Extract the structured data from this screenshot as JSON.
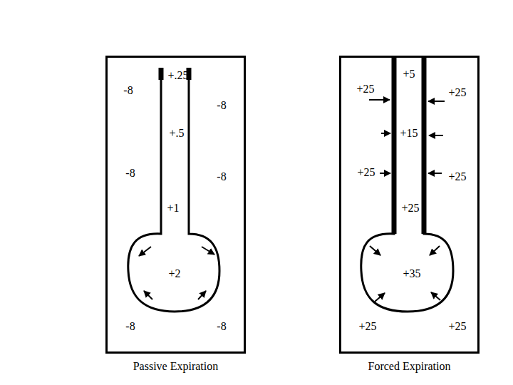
{
  "diagram": {
    "nodes": [
      {
        "text": [
          "Passive Expiration"
        ]
      },
      {
        "text": [
          "Forced Expiration"
        ]
      }
    ],
    "labels": [
      "-8",
      "+.25",
      "-8",
      "+.5",
      "-8",
      "-8",
      "+1",
      "+2",
      "-8",
      "-8",
      "+25",
      "+5",
      "+25",
      "+15",
      "+25",
      "+25",
      "+25",
      "+35",
      "+25",
      "+25"
    ]
  }
}
